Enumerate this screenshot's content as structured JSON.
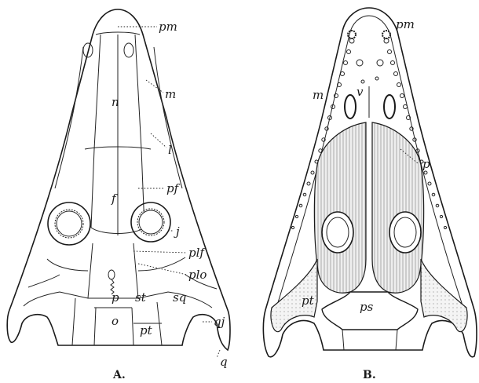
{
  "panel_a": {
    "caption": "A.",
    "labels": {
      "pm": "pm",
      "n": "n",
      "m": "m",
      "l": "l",
      "pf": "pf",
      "f": "f",
      "j": "j",
      "plf": "plf",
      "p": "p",
      "plo": "plo",
      "st": "st",
      "sq": "sq",
      "o": "o",
      "pt": "pt",
      "qj": "qj",
      "q": "q"
    }
  },
  "panel_b": {
    "caption": "B.",
    "labels": {
      "pm": "pm",
      "m": "m",
      "v": "v",
      "p": "p",
      "pt": "pt",
      "ps": "ps"
    }
  }
}
